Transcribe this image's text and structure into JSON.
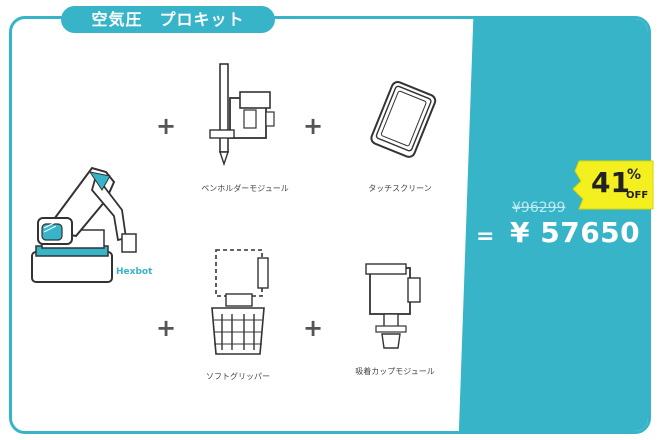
{
  "header": {
    "title": "空気圧　プロキット"
  },
  "base_product": {
    "name": "Hexbot"
  },
  "items": [
    {
      "label": "ペンホルダーモジュール"
    },
    {
      "label": "タッチスクリーン"
    },
    {
      "label": "ソフトグリッパー"
    },
    {
      "label": "吸着カップモジュール"
    }
  ],
  "operators": {
    "plus": "+",
    "equals": "="
  },
  "pricing": {
    "original_price": "¥96299",
    "sale_price": "¥ 57650",
    "discount_number": "41",
    "discount_percent": "%",
    "discount_off": "OFF"
  },
  "colors": {
    "accent": "#37b4c8",
    "badge": "#f4f020"
  }
}
